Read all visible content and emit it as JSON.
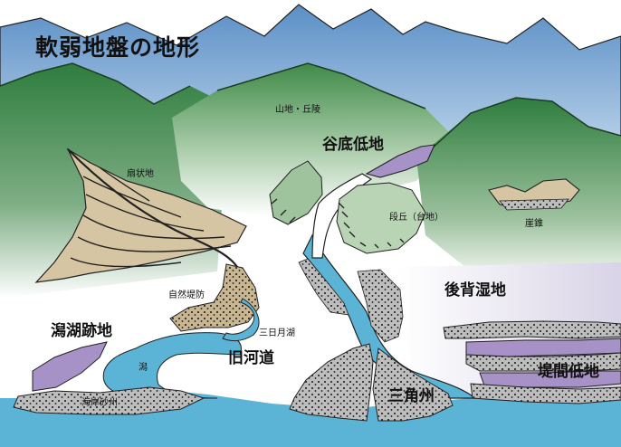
{
  "title": "軟弱地盤の地形",
  "labels": {
    "mountain": "山地・丘陵",
    "valley_plain": "谷底低地",
    "fan": "扇状地",
    "terrace": "段丘（台地）",
    "talus": "崖錐",
    "levee": "自然堤防",
    "back_marsh": "後背湿地",
    "oxbow": "三日月湖",
    "lagoon_site": "潟湖跡地",
    "old_channel": "旧河道",
    "lagoon": "潟",
    "sandbar": "海岸砂州",
    "delta": "三角州",
    "interridge": "堤間低地"
  },
  "colors": {
    "mountain_green": "#2e7d3e",
    "sky_blue": "#5b8fc6",
    "water": "#5bb4d6",
    "sand": "#c4b08c",
    "gravel": "#a9a9a9",
    "wetland": "#a792c7"
  }
}
